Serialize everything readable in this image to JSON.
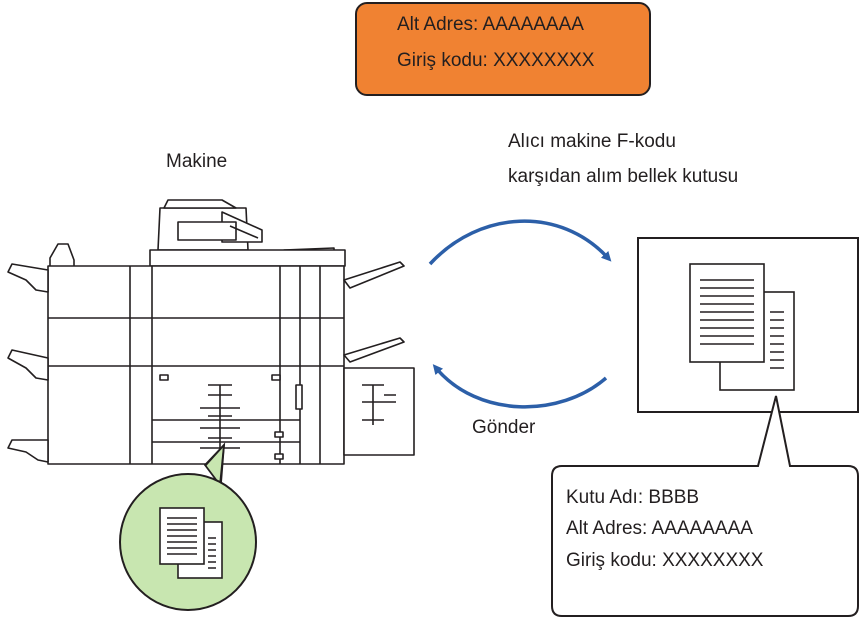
{
  "credentials_box": {
    "sub_address": "Alt Adres: AAAAAAAA",
    "passcode": "Giriş kodu: XXXXXXXX"
  },
  "machine_label": "Makine",
  "receiver_label": {
    "line1": "Alıcı makine F-kodu",
    "line2": "karşıdan alım bellek kutusu"
  },
  "send_label": "Gönder",
  "callout": {
    "box_name": "Kutu Adı: BBBB",
    "sub_address": "Alt Adres: AAAAAAAA",
    "passcode": "Giriş kodu: XXXXXXXX"
  },
  "colors": {
    "credentials_fill": "#f08232",
    "arrow": "#2c5fa8",
    "document_circle": "#c8e6b0",
    "outline": "#231f20"
  },
  "icons": [
    "printer-machine-icon",
    "document-stack-icon",
    "curved-arrow-icon"
  ]
}
